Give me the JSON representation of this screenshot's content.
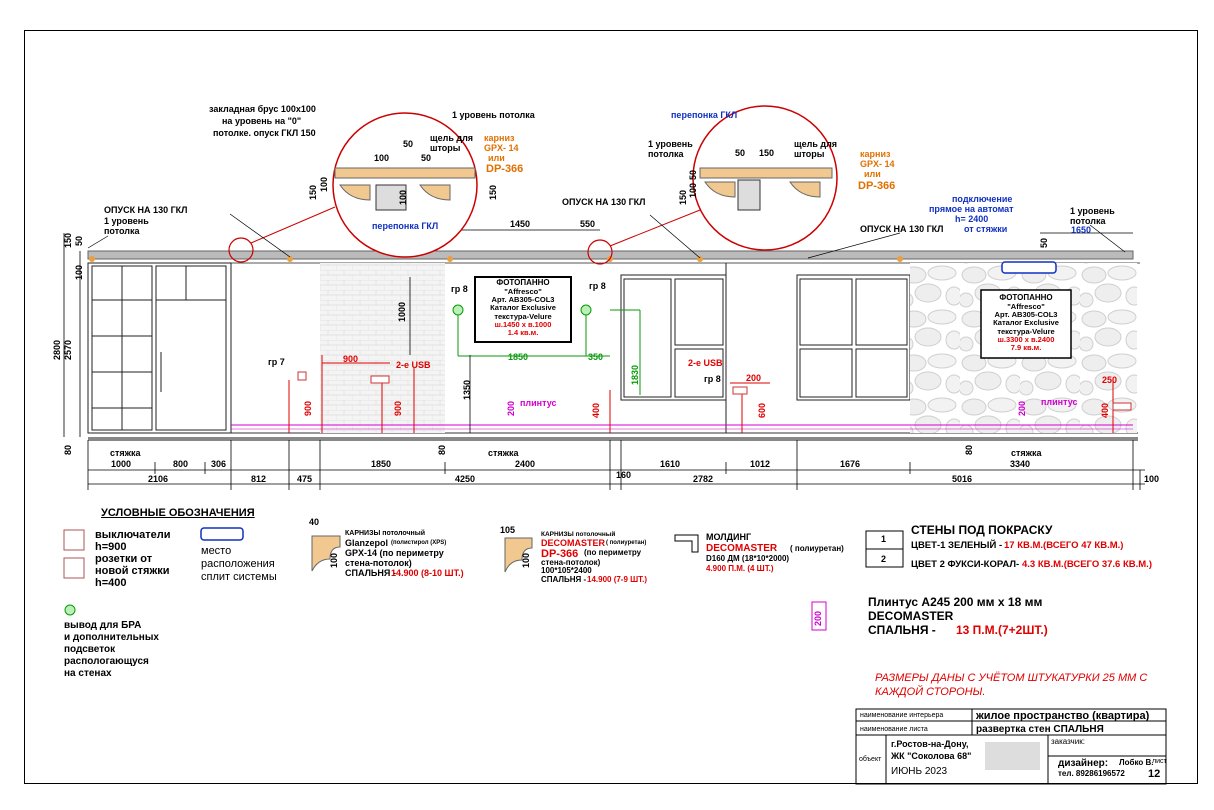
{
  "callouts": {
    "left_beam": [
      "закладная брус 100х100",
      "на уровень на \"0\"",
      "потолке. опуск ГКЛ 150"
    ],
    "ceiling_level": "1 уровень потолка",
    "curtain_gap": "щель для шторы",
    "cornice_gpx": [
      "карниз",
      "GPX- 14",
      "или",
      "DP-366"
    ],
    "membrane_gkl": "перепонка ГКЛ",
    "opusk_130": "ОПУСК НА 130 ГКЛ",
    "ac_connection": [
      "подключение",
      "прямое на автомат",
      "h= 2400",
      "от стяжки"
    ]
  },
  "detail_dims": {
    "d150": "150",
    "d100": "100",
    "d50": "50",
    "d150b": "150",
    "d50b": "50"
  },
  "top_dims": {
    "w1450": "1450",
    "w550": "550",
    "w1650": "1650",
    "h150": "150",
    "h50": "50",
    "h100": "100",
    "h2800": "2800",
    "h2570": "2570",
    "h80": "80"
  },
  "photo_panel_1": [
    "ФОТОПАННО",
    "\"Affresco\"",
    "Арт. AB305-COL3",
    "Каталог Exclusive",
    "текстура-Velure",
    "ш.1450 х в.1000",
    "1.4 кв.м."
  ],
  "photo_panel_2": [
    "ФОТОПАННО",
    "\"Affresco\"",
    "Арт. AB305-COL3",
    "Каталог Exclusive",
    "текстура-Velure",
    "ш.3300 х в.2400",
    "7.9 кв.м."
  ],
  "wall_labels": {
    "gr7": "гр 7",
    "gr8a": "гр 8",
    "gr8b": "гр 8",
    "gr8c": "гр 8",
    "usb1": "2-е USB",
    "usb2": "2-е USB",
    "d900a": "900",
    "d900b": "900",
    "d900c": "900",
    "d1000": "1000",
    "d1350": "1350",
    "d1850g": "1850",
    "d350": "350",
    "d1830": "1830",
    "d400a": "400",
    "d400b": "400",
    "d200a": "200",
    "d200b": "200",
    "d200c": "200",
    "d600": "600",
    "d250": "250",
    "plinth1": "плинтус",
    "plinth2": "плинтус",
    "d50c": "50"
  },
  "bottom_dims": {
    "styazhka1": "стяжка",
    "styazhka2": "стяжка",
    "styazhka3": "стяжка",
    "r1": [
      "1000",
      "800",
      "306",
      "1850",
      "2400",
      "1610",
      "1012",
      "1676",
      "3340"
    ],
    "r2": [
      "2106",
      "812",
      "475",
      "4250",
      "160",
      "2782",
      "5016",
      "100"
    ],
    "h80a": "80",
    "h80b": "80",
    "h80c": "80"
  },
  "legend": {
    "title": "УСЛОВНЫЕ ОБОЗНАЧЕНИЯ",
    "switches": [
      "выключатели",
      "h=900"
    ],
    "sockets": [
      "розетки от",
      "новой стяжки",
      "h=400"
    ],
    "split": [
      "место",
      "расположения",
      "сплит системы"
    ],
    "bra": [
      "вывод для БРА",
      "и дополнительных",
      "подсветок",
      "распологающуся",
      "на стенах"
    ],
    "cornice1": {
      "dim_w": "40",
      "dim_h": "100",
      "l1": "КАРНИЗЫ потолочный",
      "l2": "Glanzepol",
      "l2b": "(полистирол (XPS)",
      "l3": "GPX-14  (по периметру",
      "l4": "стена-потолок)",
      "l5": "СПАЛЬНЯ -",
      "l5r": "14.900 (8-10 ШТ.)"
    },
    "cornice2": {
      "dim_w": "105",
      "dim_h": "100",
      "l1": "КАРНИЗЫ потолочный",
      "l2": "DECOMASTER",
      "l2b": "( полиуретан)",
      "l3": "DP-366",
      "l3b": "(по периметру",
      "l4": "стена-потолок)",
      "l5": "100*105*2400",
      "l6": "СПАЛЬНЯ -",
      "l6r": "14.900 (7-9 ШТ.)"
    },
    "molding": {
      "l1": "МОЛДИНГ",
      "l2": "DECOMASTER",
      "l2b": "( полиуретан)",
      "l3": "D160 ДМ (18*10*2000)",
      "l4": "4.900 П.М. (4 ШТ.)"
    },
    "paint": {
      "title": "СТЕНЫ ПОД ПОКРАСКУ",
      "n1": "1",
      "n2": "2",
      "c1": "ЦВЕТ-1 ЗЕЛЕНЫЙ -",
      "c1r": "17 КВ.М.(ВСЕГО 47 КВ.М.)",
      "c2": "ЦВЕТ 2 ФУКСИ-КОРАЛ-",
      "c2r": "4.3 КВ.М.(ВСЕГО 37.6 КВ.М.)"
    },
    "plinth": {
      "dim": "200",
      "l1": "Плинтус А245 200 мм х 18 мм",
      "l2": "DECOMASTER",
      "l3": "СПАЛЬНЯ -",
      "l3r": "13 П.М.(7+2ШТ.)"
    }
  },
  "note": [
    "РАЗМЕРЫ ДАНЫ С УЧЁТОМ ШТУКАТУРКИ 25 ММ С",
    "КАЖДОЙ СТОРОНЫ."
  ],
  "title_block": {
    "interior_label": "наименование интерьера",
    "interior_value": "жилое пространство (квартира)",
    "sheet_label": "наименование листа",
    "sheet_value": "развертка стен СПАЛЬНЯ",
    "object_label": "объект",
    "address": [
      "г.Ростов-на-Дону,",
      "ЖК \"Соколова 68\""
    ],
    "date": "ИЮНЬ 2023",
    "client_label": "заказчик:",
    "designer_label": "дизайнер:",
    "designer_name": "Лобко В.",
    "phone": "тел. 89286196572",
    "sheet_no_label": "лист",
    "sheet_no": "12"
  },
  "colors": {
    "red": "#e00000",
    "orange": "#e07000",
    "blue": "#1030c0",
    "green": "#0a9a0a",
    "magenta": "#d000d0",
    "cornice": "#f0c890"
  }
}
